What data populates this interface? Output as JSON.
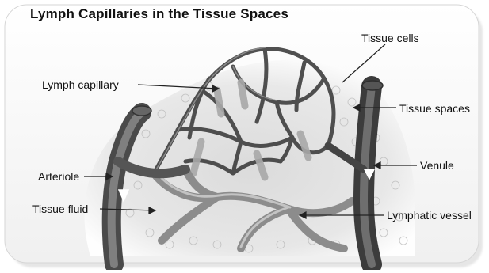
{
  "title": "Lymph Capillaries in the Tissue Spaces",
  "labels": {
    "tissue_cells": "Tissue cells",
    "lymph_capillary": "Lymph capillary",
    "tissue_spaces": "Tissue spaces",
    "venule": "Venule",
    "arteriole": "Arteriole",
    "tissue_fluid": "Tissue fluid",
    "lymphatic_vessel": "Lymphatic vessel"
  }
}
